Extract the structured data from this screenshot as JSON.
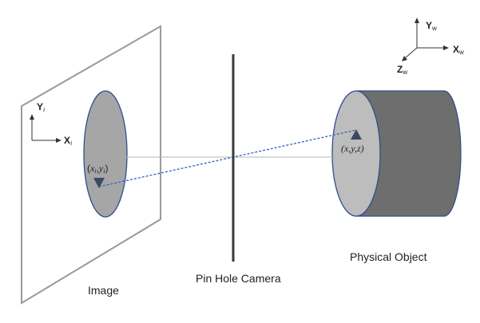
{
  "labels": {
    "image": "Image",
    "camera": "Pin Hole Camera",
    "object": "Physical Object"
  },
  "image_axes": {
    "y_letter": "Y",
    "y_sub": "i",
    "x_letter": "X",
    "x_sub": "i"
  },
  "world_axes": {
    "y_letter": "Y",
    "y_sub": "w",
    "x_letter": "X",
    "x_sub": "w",
    "z_letter": "Z",
    "z_sub": "w"
  },
  "image_point": {
    "open": "(",
    "x": "x",
    "x_sub": "i",
    "comma": ",",
    "y": "y",
    "y_sub": "i",
    "close": ")"
  },
  "object_point": {
    "label": "(x,y,z)"
  },
  "colors": {
    "plane_stroke": "#9a9a9a",
    "ellipse_fill": "#a6a6a6",
    "ellipse_stroke": "#2f4e8c",
    "cylinder_face": "#bdbdbd",
    "cylinder_body": "#6e6e6e",
    "ray": "#3a5ec9",
    "camera_bar": "#3a3a3a",
    "marker": "#3b4a5e"
  }
}
